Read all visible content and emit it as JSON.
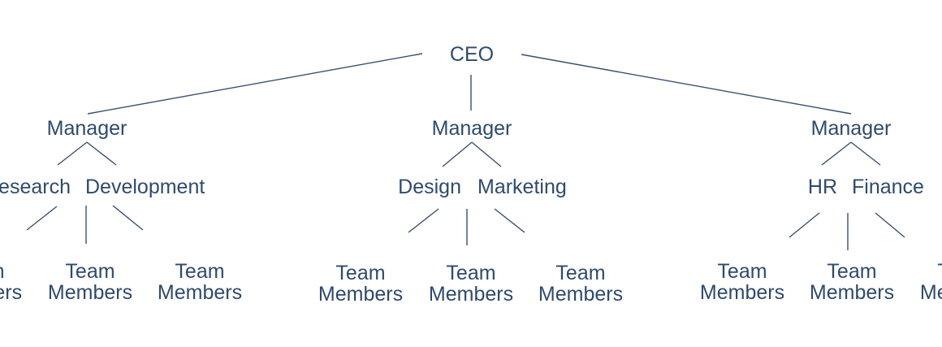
{
  "org_chart": {
    "ceo": "CEO",
    "managers": [
      {
        "title": "Manager",
        "departments": [
          "Research",
          "Development"
        ]
      },
      {
        "title": "Manager",
        "departments": [
          "Design",
          "Marketing"
        ]
      },
      {
        "title": "Manager",
        "departments": [
          "HR",
          "Finance"
        ]
      }
    ],
    "team_label_line1": "Team",
    "team_label_line2": "Members"
  },
  "colors": {
    "text": "#2f4a6e",
    "lines": "#3a4f6e"
  }
}
